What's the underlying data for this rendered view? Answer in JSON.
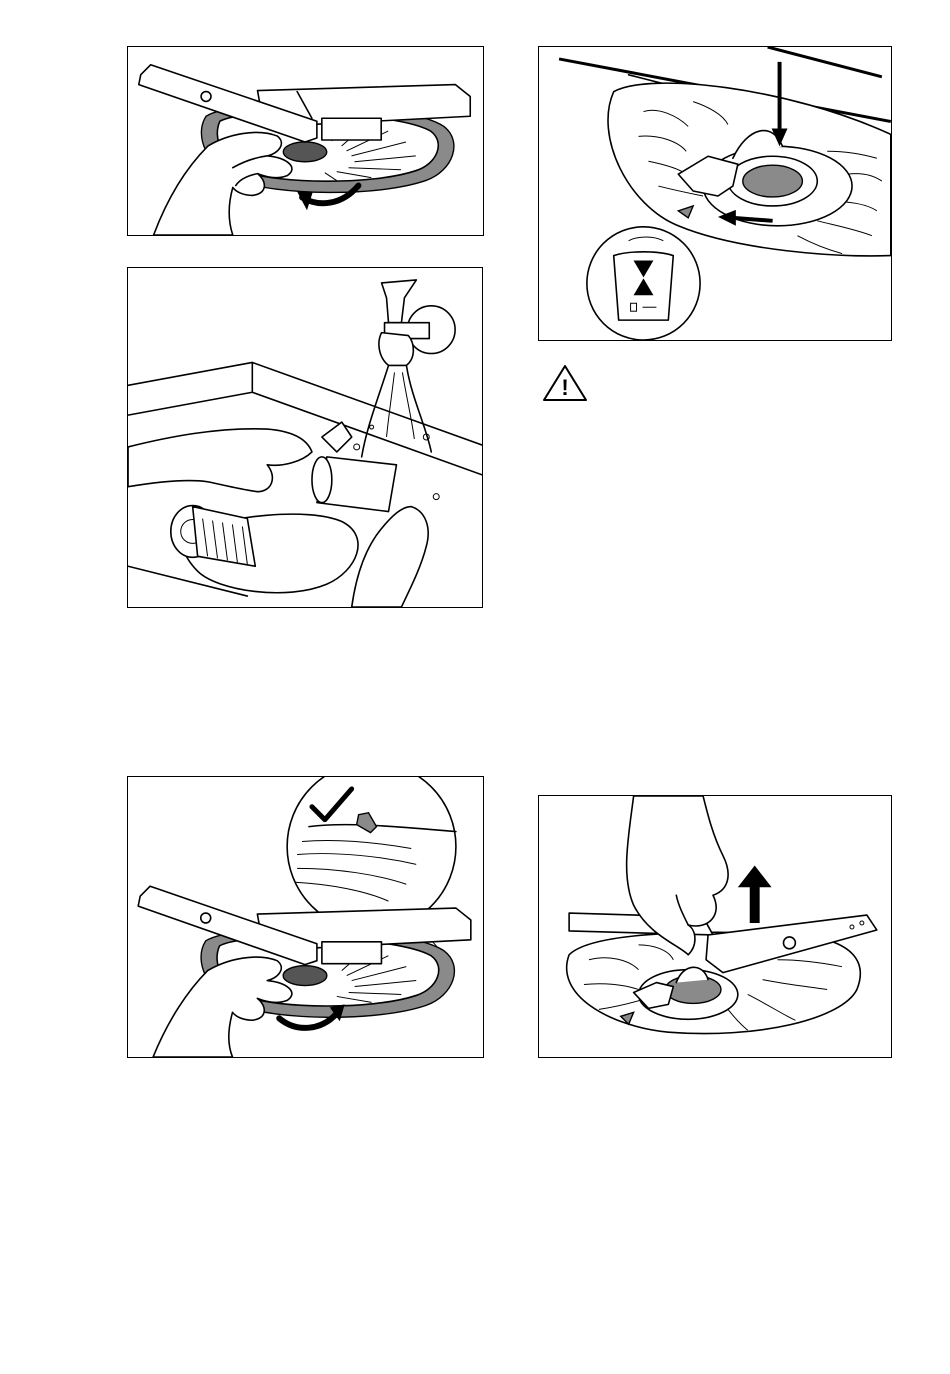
{
  "page": {
    "figures": [
      {
        "name": "remove-spray-arm-figure"
      },
      {
        "name": "rinse-filters-figure"
      },
      {
        "name": "refit-spray-arm-figure"
      },
      {
        "name": "lock-filter-figure"
      },
      {
        "name": "lift-spray-arm-figure"
      }
    ],
    "warning": {
      "icon": "warning-triangle-icon",
      "symbol": "!"
    }
  }
}
